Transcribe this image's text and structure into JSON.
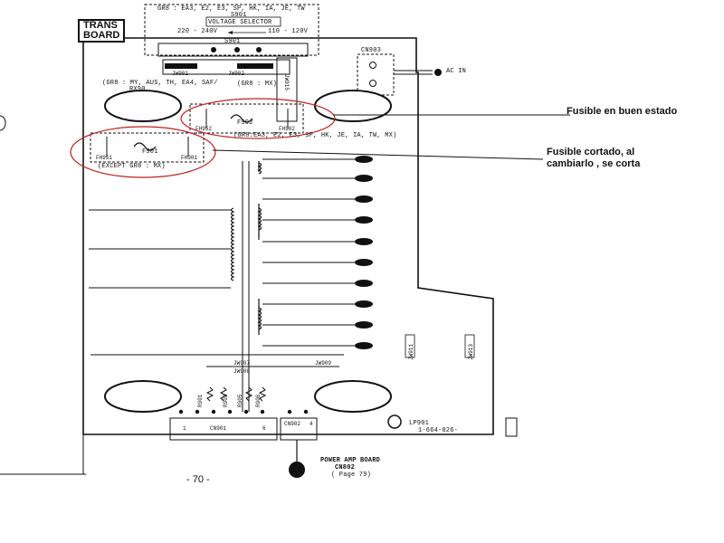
{
  "board": {
    "title_line1": "TRANS",
    "title_line2": "BOARD",
    "board_number": "1-664-026-",
    "page_number": "- 70 -"
  },
  "voltage_selector": {
    "gr_label": "GR8 : EA3, E2, E3, SP, HK, IA, JE, TW",
    "switch_id": "S901",
    "caption": "VOLTAGE SELECTOR",
    "voltage_high": "220 - 240V",
    "voltage_low": "110 - 120V",
    "switch_id_2": "S901"
  },
  "connectors": {
    "cn903": "CN903",
    "ac_in": "AC IN",
    "cn901": "CN901",
    "cn902": "CN902",
    "cn901_pin1": "1",
    "cn901_pin6": "6",
    "cn902_pin": "4"
  },
  "jumpers": {
    "jw901": "JW901",
    "jw902": "JW902",
    "jw915": "JW915",
    "jw907": "JW907",
    "jw908": "JW908",
    "jw909": "JW909",
    "jw911": "JW911",
    "jw913": "JW913"
  },
  "notes": {
    "gr8_my": "(GR8 : MY, AUS, TH, EA4, SAF/",
    "gr8_my_2": "RX90",
    "gr8_mx": "(GR8 : MX)",
    "gr8_ea3": "(GR8:EA3, E2, E3, SP, HK, JE, IA, TW, MX)",
    "except": "(EXCEPT GR8 : MX)"
  },
  "fuses": {
    "f902": "F902",
    "fh952": "FH952",
    "fh902": "FH902",
    "f901": "F901",
    "fh951": "FH951",
    "fh901": "FH901"
  },
  "resistors": {
    "r901": "R901",
    "r903": "R903",
    "r905": "R905",
    "r906": "R906"
  },
  "misc": {
    "lp901": "LP901"
  },
  "annotations": {
    "good_fuse": "Fusible en buen estado",
    "blown_line1": "Fusible  cortado, al",
    "blown_line2": "cambiarlo , se corta"
  },
  "power_amp": {
    "line1": "POWER AMP BOARD",
    "line2": "CN802",
    "line3": "( Page 79)"
  }
}
